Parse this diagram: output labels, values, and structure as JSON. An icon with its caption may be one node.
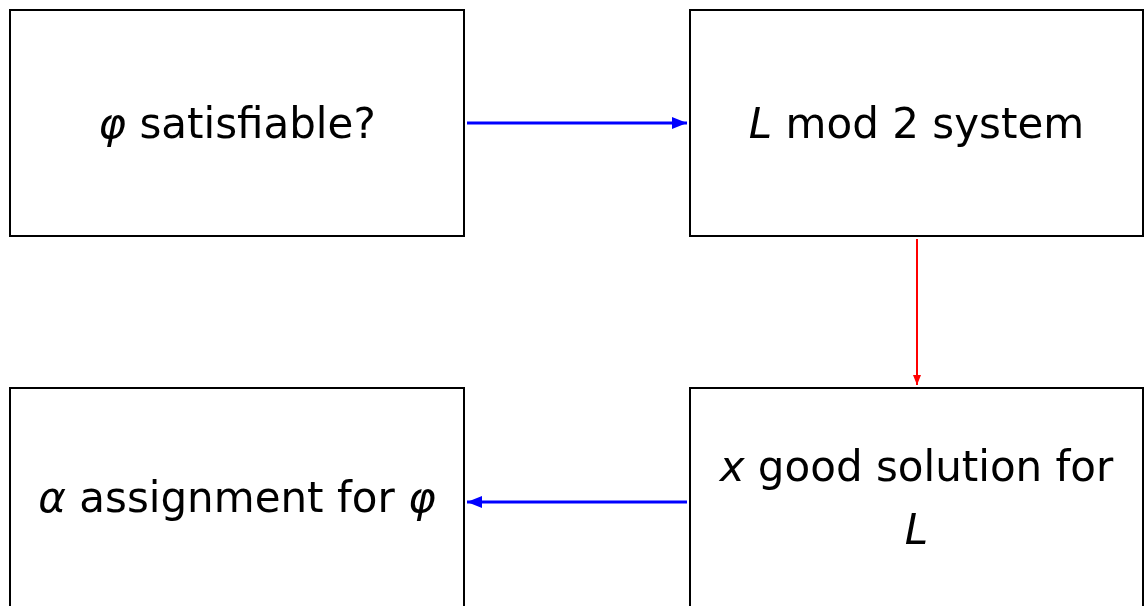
{
  "diagram": {
    "nodes": [
      {
        "text": [
          "*φ* satisfiable?"
        ]
      },
      {
        "text": [
          "*L* mod 2 system"
        ]
      },
      {
        "text": [
          "*x* good solution for *L*"
        ]
      },
      {
        "text": [
          "*α* assignment for *φ*"
        ]
      }
    ],
    "edges": [
      {
        "from": 0,
        "to": 1,
        "arrow": "to"
      },
      {
        "from": 1,
        "to": 2,
        "arrow": "to",
        "color": "#ff0000"
      },
      {
        "from": 2,
        "to": 3,
        "arrow": "to"
      }
    ]
  }
}
